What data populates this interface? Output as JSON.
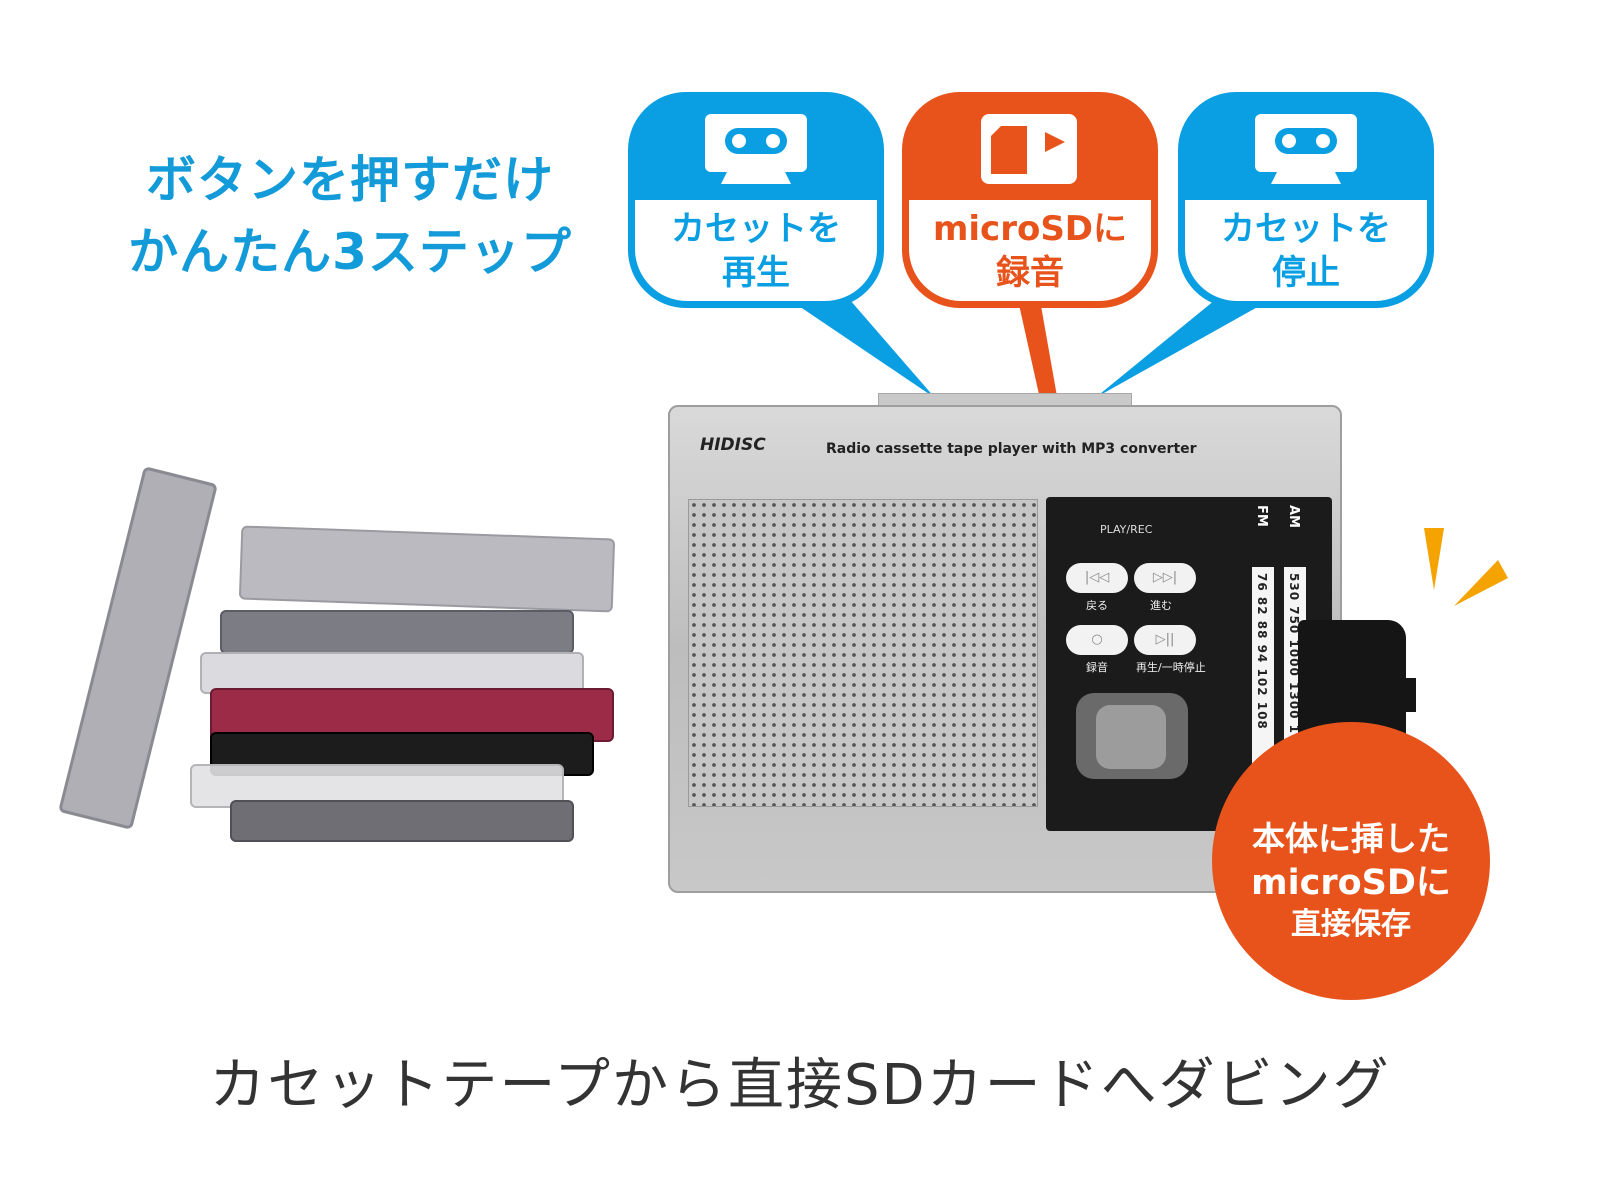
{
  "headline": {
    "line1": "ボタンを押すだけ",
    "line2": "かんたん3ステップ"
  },
  "steps": [
    {
      "line1": "カセットを",
      "line2": "再生",
      "icon": "cassette-icon",
      "color": "#0a9ee3"
    },
    {
      "line1": "microSDに",
      "line2": "録音",
      "icon": "microsd-icon",
      "color": "#e8531b"
    },
    {
      "line1": "カセットを",
      "line2": "停止",
      "icon": "cassette-icon",
      "color": "#0a9ee3"
    }
  ],
  "device": {
    "brand": "HIDISC",
    "model": "Radio cassette tape player with MP3 converter",
    "play_rec": "PLAY/REC",
    "buttons": [
      {
        "symbol": "|◁◁",
        "label": "戻る"
      },
      {
        "symbol": "▷▷|",
        "label": "進む"
      },
      {
        "symbol": "○",
        "label": "録音"
      },
      {
        "symbol": "▷||",
        "label": "再生/一時停止"
      }
    ],
    "band_fm": "FM",
    "band_am": "AM",
    "fm_scale": "76  82  88  94  102 108",
    "am_scale": "530 750 1000 1300 1600"
  },
  "badge": {
    "line1": "本体に挿した",
    "line2": "microSDに",
    "line3": "直接保存"
  },
  "bottom_text": "カセットテープから直接SDカードへダビング",
  "colors": {
    "blue": "#0a9ee3",
    "orange": "#e8531b",
    "headline": "#129ad9"
  }
}
